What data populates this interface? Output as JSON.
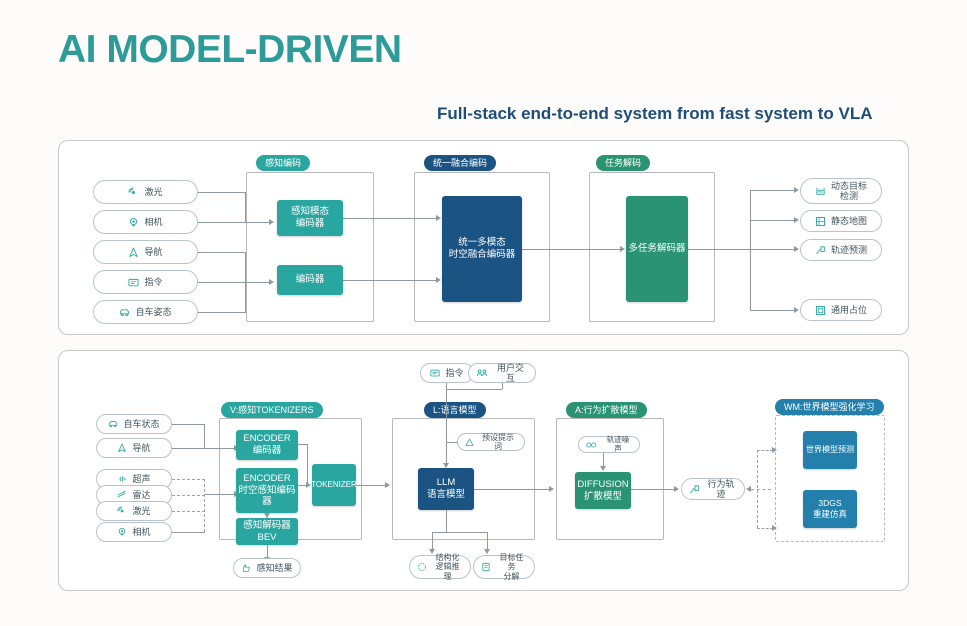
{
  "header": {
    "title": "AI MODEL-DRIVEN",
    "subtitle": "Full-stack end-to-end system from fast system to VLA",
    "title_color": "#2d9c98",
    "subtitle_color": "#1d4e79"
  },
  "palette": {
    "teal": "#2aa6a0",
    "navy": "#1b5383",
    "green": "#2a9472",
    "blue": "#2380ad",
    "line": "#8d9aa3",
    "pill_text": "#3f5460",
    "background": "#fdfcfb"
  },
  "panel1": {
    "inputs": [
      {
        "label": "激光",
        "icon": "lidar-icon"
      },
      {
        "label": "相机",
        "icon": "camera-icon"
      },
      {
        "label": "导航",
        "icon": "navigation-icon"
      },
      {
        "label": "指令",
        "icon": "instruction-icon"
      },
      {
        "label": "自车姿态",
        "icon": "ego-vehicle-icon"
      }
    ],
    "groups": [
      {
        "chip": "感知编码",
        "chip_color": "teal"
      },
      {
        "chip": "统一融合编码",
        "chip_color": "navy"
      },
      {
        "chip": "任务解码",
        "chip_color": "green"
      }
    ],
    "boxes": {
      "perception_modal_encoder": "感知模态\n编码器",
      "encoder": "编码器",
      "unified_encoder": "统一多模态\n时空融合编码器",
      "multitask_decoder": "多任务解码器"
    },
    "outputs": [
      {
        "label": "动态目标\n检测",
        "icon": "dynamic-object-detection-icon"
      },
      {
        "label": "静态地图",
        "icon": "static-map-icon"
      },
      {
        "label": "轨迹预测",
        "icon": "trajectory-prediction-icon"
      },
      {
        "label": "通用占位",
        "icon": "occupancy-icon"
      }
    ]
  },
  "panel2": {
    "inputs": [
      {
        "label": "自车状态",
        "icon": "ego-state-icon"
      },
      {
        "label": "导航",
        "icon": "navigation-icon"
      },
      {
        "label": "超声",
        "icon": "ultrasonic-icon"
      },
      {
        "label": "雷达",
        "icon": "radar-icon"
      },
      {
        "label": "激光",
        "icon": "lidar-icon"
      },
      {
        "label": "相机",
        "icon": "camera-icon"
      }
    ],
    "top_pills": [
      {
        "label": "指令",
        "icon": "instruction-icon"
      },
      {
        "label": "用户交互",
        "icon": "user-interaction-icon"
      }
    ],
    "groups": [
      {
        "chip": "V:感知TOKENIZERS",
        "chip_color": "teal"
      },
      {
        "chip": "L:语言模型",
        "chip_color": "navy"
      },
      {
        "chip": "A:行为扩散模型",
        "chip_color": "green"
      },
      {
        "chip": "WM:世界模型强化学习",
        "chip_color": "blue"
      }
    ],
    "boxes": {
      "encoder_small": "ENCODER\n编码器",
      "encoder_spatio": "ENCODER\n时空感知编码器",
      "perception_decoder": "感知解码器\nBEV",
      "tokenizer": "TOKENIZER",
      "llm": "LLM\n语言模型",
      "diffusion": "DIFFUSION\n扩散模型",
      "world_model": "世界模型预测",
      "gaussian_splatting": "3DGS\n重建仿真"
    },
    "side_pills": [
      {
        "label": "预设提示词",
        "icon": "preset-prompt-icon"
      },
      {
        "label": "轨迹噪声",
        "icon": "trajectory-noise-icon"
      },
      {
        "label": "行为轨迹",
        "icon": "behavior-trajectory-icon"
      }
    ],
    "outputs": [
      {
        "label": "感知结果",
        "icon": "perception-result-icon"
      },
      {
        "label": "结构化\n逻辑推理",
        "icon": "structured-reasoning-icon"
      },
      {
        "label": "目标任务\n分解",
        "icon": "task-decomposition-icon"
      }
    ]
  }
}
